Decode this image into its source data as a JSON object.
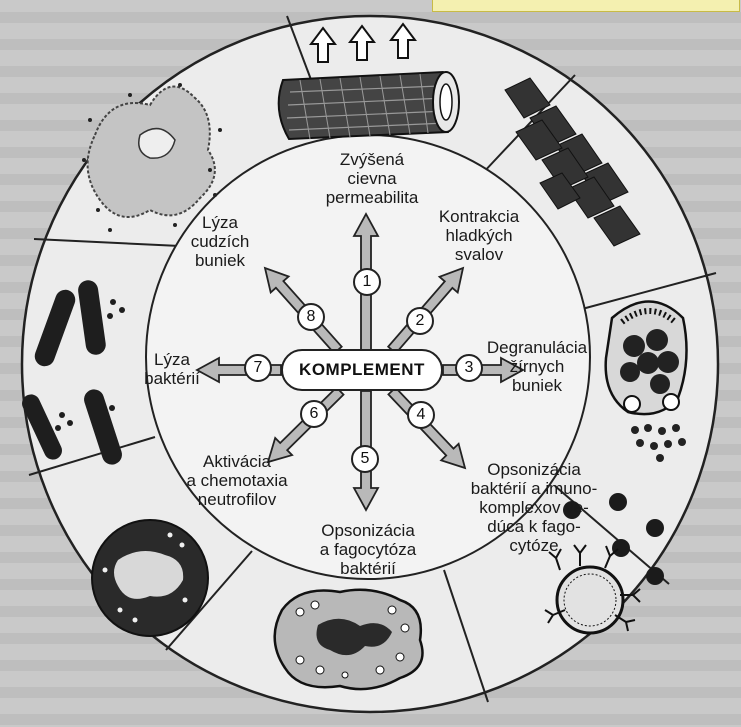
{
  "center": {
    "label": "KOMPLEMENT"
  },
  "effects": [
    {
      "number": "1",
      "label": "Zvýšená\ncievna\npermeabilita"
    },
    {
      "number": "2",
      "label": "Kontrakcia\nhladkých\nsvalov"
    },
    {
      "number": "3",
      "label": "Degranulácia\nžírnych\nbuniek"
    },
    {
      "number": "4",
      "label": "Opsonizácia\nbaktérií a imuno-\nkomplexov ve-\ndúca k fago-\ncytóze"
    },
    {
      "number": "5",
      "label": "Opsonizácia\na fagocytóza\nbaktérií"
    },
    {
      "number": "6",
      "label": "Aktivácia\na chemotaxia\nneutrofilov"
    },
    {
      "number": "7",
      "label": "Lýza\nbaktérií"
    },
    {
      "number": "8",
      "label": "Lýza\ncudzích\nbuniek"
    }
  ],
  "illustrations": [
    "blood-vessel",
    "smooth-muscle-cells",
    "mast-cell-degranulation",
    "immune-complexes",
    "phagocyte",
    "neutrophil",
    "bacteria-lysis",
    "foreign-cell-lysis"
  ],
  "colors": {
    "background": "#c9c9c9",
    "arrow_fill": "#b9b9b9",
    "ink": "#1f1f1f",
    "highlight_tag": "#f4f0b0"
  }
}
